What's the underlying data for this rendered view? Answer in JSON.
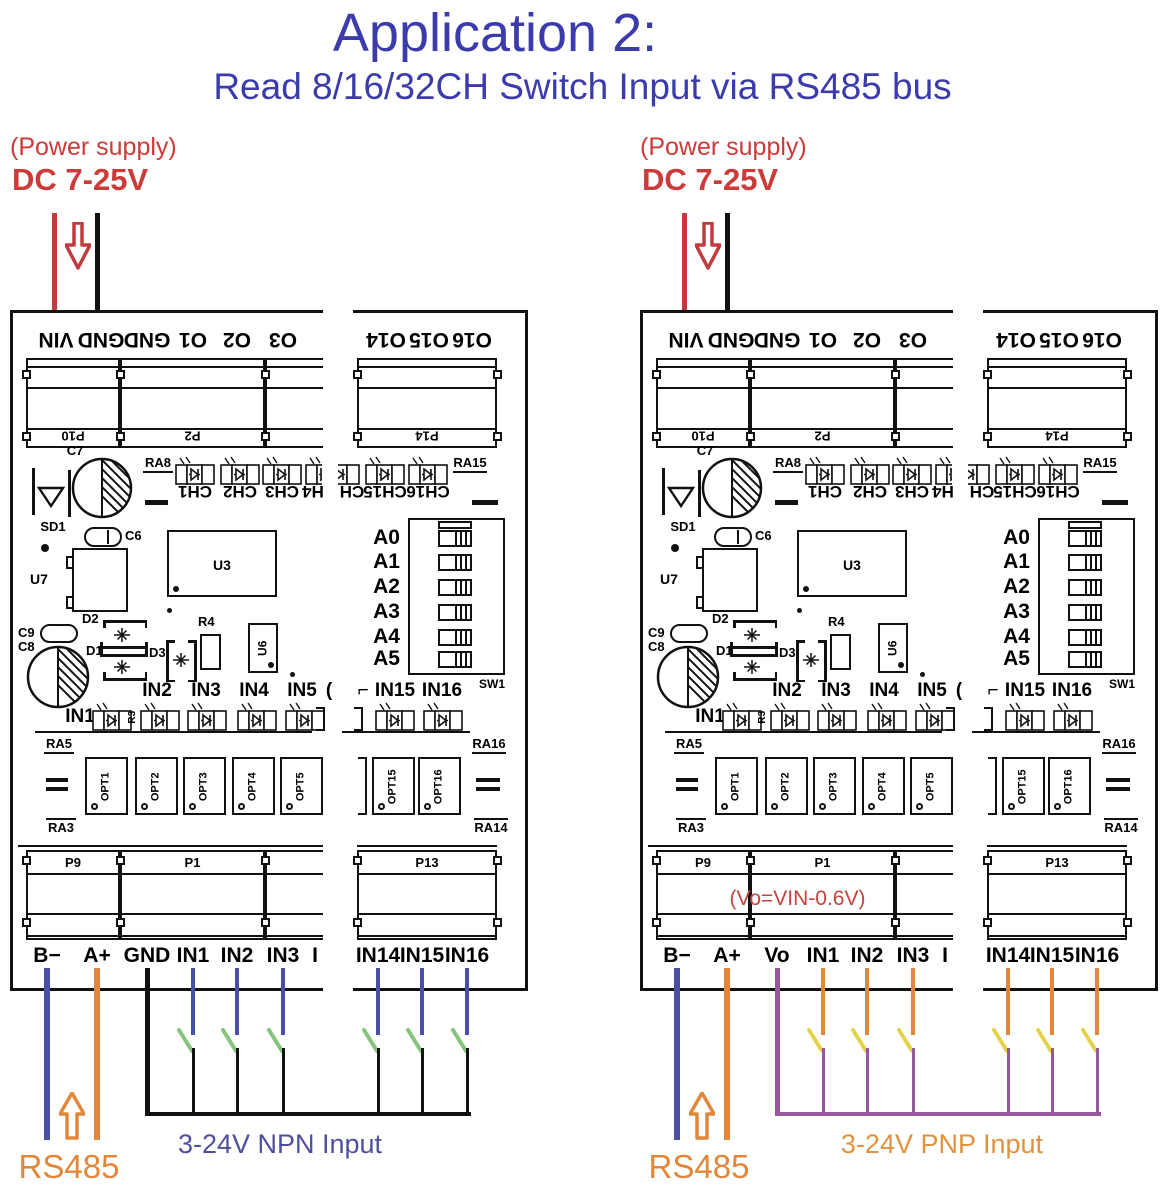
{
  "title": "Application 2:",
  "subtitle": "Read 8/16/32CH Switch Input via RS485 bus",
  "power_supply": {
    "line1": "(Power supply)",
    "line2": "DC 7-25V"
  },
  "rs485_label": "RS485",
  "silkscreen": {
    "top_connectors": [
      "P10",
      "P2",
      "P14"
    ],
    "bottom_connectors": [
      "P9",
      "P1",
      "P13"
    ],
    "ch_leds_left": [
      "CH1",
      "CH2",
      "CH3",
      "H4"
    ],
    "ch_leds_right": [
      "CH",
      "CH15",
      "CH16"
    ],
    "in_row_first": "IN1",
    "in_row_left": [
      "IN2",
      "IN3",
      "IN4",
      "IN5"
    ],
    "in_row_fragments": [
      "(",
      "⌐"
    ],
    "in_row_right": [
      "IN15",
      "IN16"
    ],
    "dip_labels": [
      "A0",
      "A1",
      "A2",
      "A3",
      "A4",
      "A5"
    ],
    "opt_left": [
      "OPT1",
      "OPT2",
      "OPT3",
      "OPT4",
      "OPT5"
    ],
    "opt_right": [
      "OPT15",
      "OPT16"
    ],
    "refs": {
      "c7": "C7",
      "ra8": "RA8",
      "ra15": "RA15",
      "sd1": "SD1",
      "c6": "C6",
      "u7": "U7",
      "u3": "U3",
      "sw1": "SW1",
      "c9": "C9",
      "c8": "C8",
      "d1": "D1",
      "d2": "D2",
      "d3": "D3",
      "r4": "R4",
      "u6": "U6",
      "r3": "R3",
      "ra5": "RA5",
      "ra3": "RA3",
      "ra16": "RA16",
      "ra14": "RA14"
    }
  },
  "boards": [
    {
      "name": "npn-board",
      "top_terminals": [
        "VIN",
        "GND",
        "GND",
        "O1",
        "O2",
        "O3"
      ],
      "top_terminals_right": [
        "O14",
        "O15",
        "O16"
      ],
      "bottom_terminals": [
        "B−",
        "A+",
        "GND",
        "IN1",
        "IN2",
        "IN3"
      ],
      "bottom_fragment": "I",
      "bottom_terminals_right": [
        "IN14",
        "IN15",
        "IN16"
      ],
      "input_label": "3-24V NPN Input",
      "note": "",
      "wires": {
        "in": "wire_blue",
        "lever": "green",
        "drop": "black",
        "bus": "black",
        "third": "black",
        "input_label_color": "npn_text"
      }
    },
    {
      "name": "pnp-board",
      "top_terminals": [
        "VIN",
        "GND",
        "GND",
        "O1",
        "O2",
        "O3"
      ],
      "top_terminals_right": [
        "O14",
        "O15",
        "O16"
      ],
      "bottom_terminals": [
        "B−",
        "A+",
        "Vo",
        "IN1",
        "IN2",
        "IN3"
      ],
      "bottom_fragment": "I",
      "bottom_terminals_right": [
        "IN14",
        "IN15",
        "IN16"
      ],
      "input_label": "3-24V PNP Input",
      "note": "(Vo=VIN-0.6V)",
      "wires": {
        "in": "orange",
        "lever": "yellow",
        "drop": "purple",
        "bus": "purple",
        "third": "purple",
        "input_label_color": "pnp_text"
      }
    }
  ],
  "colors": {
    "title_blue": "#3b3bab",
    "red_text": "#cc3a3a",
    "red_wire": "#c03a3e",
    "black": "#111111",
    "wire_blue": "#4a50a6",
    "orange": "#e2873a",
    "purple": "#95589d",
    "green": "#86c47e",
    "yellow": "#e5d24b",
    "npn_text": "#4f4f9e",
    "pnp_text": "#e2923e",
    "note_red": "#c24440"
  }
}
